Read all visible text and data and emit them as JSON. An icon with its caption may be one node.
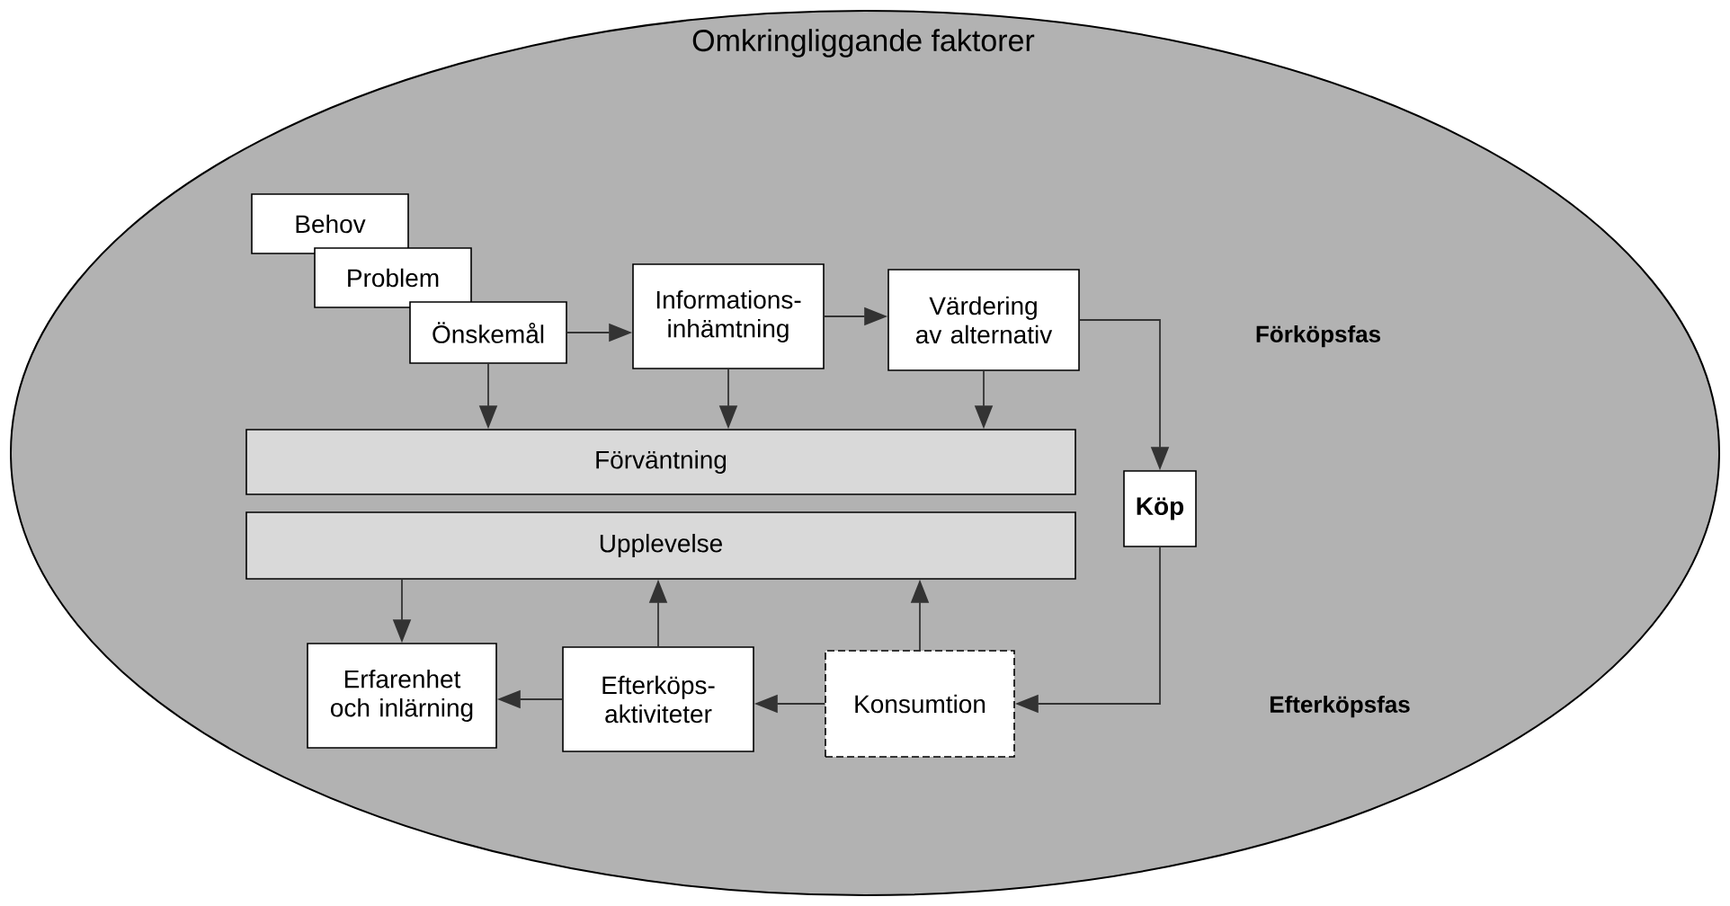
{
  "diagram": {
    "nodes": [
      {
        "text": [
          "Omkringliggande faktorer"
        ]
      },
      {
        "text": [
          "Behov"
        ],
        "in": 0
      },
      {
        "text": [
          "Problem"
        ],
        "in": 0
      },
      {
        "text": [
          "Önskemål"
        ],
        "in": 0
      },
      {
        "text": [
          "Informations- inhämtning"
        ],
        "in": 0
      },
      {
        "text": [
          "Värdering av alternativ"
        ],
        "in": 0
      },
      {
        "text": [
          "Förväntning"
        ],
        "in": 0
      },
      {
        "text": [
          "Köp"
        ],
        "in": 0
      },
      {
        "text": [
          "Upplevelse"
        ],
        "in": 0
      },
      {
        "text": [
          "Erfarenhet och inlärning"
        ],
        "in": 0
      },
      {
        "text": [
          "Efterköps- aktiviteter"
        ],
        "in": 0
      },
      {
        "text": [
          "Konsumtion"
        ],
        "in": 0
      }
    ],
    "edges": [
      {
        "from": 3,
        "to": 4,
        "arrow": "to"
      },
      {
        "from": 4,
        "to": 5,
        "arrow": "to"
      },
      {
        "from": 3,
        "to": 6,
        "arrow": "to"
      },
      {
        "from": 4,
        "to": 6,
        "arrow": "to"
      },
      {
        "from": 5,
        "to": 6,
        "arrow": "to"
      },
      {
        "from": 5,
        "to": 7,
        "arrow": "to"
      },
      {
        "from": 7,
        "to": 11,
        "arrow": "to"
      },
      {
        "from": 11,
        "to": 10,
        "arrow": "to"
      },
      {
        "from": 10,
        "to": 9,
        "arrow": "to"
      },
      {
        "from": 8,
        "to": 9,
        "arrow": "to"
      },
      {
        "from": 10,
        "to": 8,
        "arrow": "to"
      },
      {
        "from": 11,
        "to": 8,
        "arrow": "to"
      }
    ],
    "labels": [
      "Förköpsfas",
      "Efterköpsfas"
    ]
  }
}
